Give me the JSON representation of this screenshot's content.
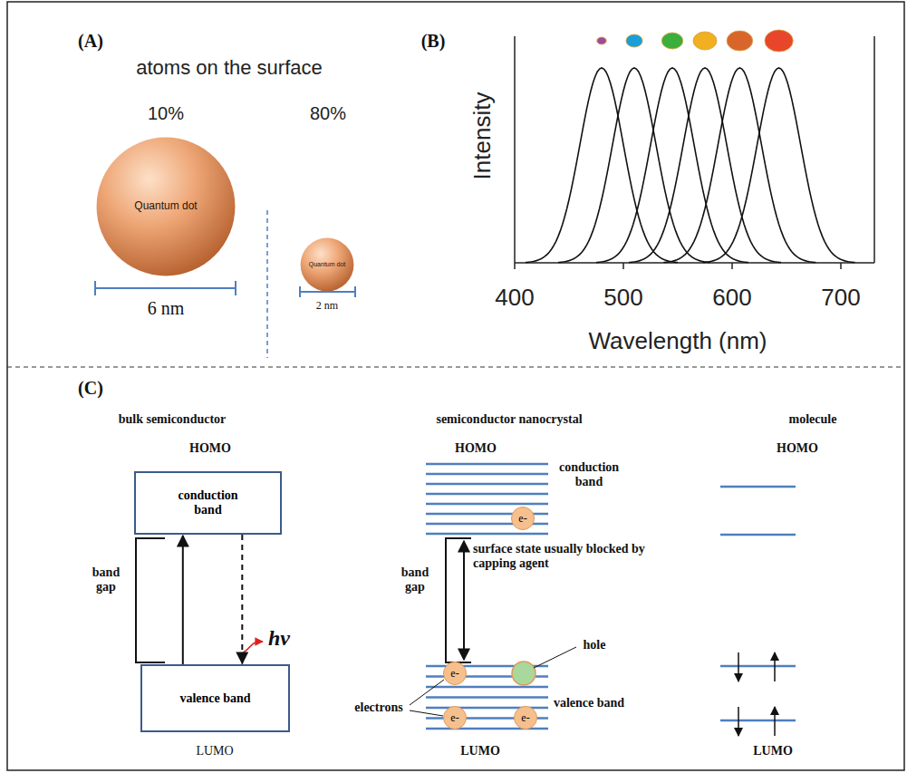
{
  "diagram": {
    "nodes": [
      {
        "text": [
          "Quantum dot"
        ]
      },
      {
        "text": [
          "Quantum dot"
        ]
      },
      {
        "text": [
          "conduction band"
        ]
      },
      {
        "text": [
          "valence band"
        ]
      },
      {
        "text": [
          "e-"
        ]
      },
      {
        "text": [
          "e-"
        ]
      },
      {
        "text": [
          "e-"
        ]
      },
      {
        "text": [
          "e-"
        ]
      }
    ],
    "edges": [
      {
        "from": 3,
        "to": 2,
        "arrow": "to"
      },
      {
        "from": 2,
        "to": 3,
        "arrow": "to"
      }
    ],
    "labels": [
      "(A)",
      "atoms on the surface",
      "10%",
      "80%",
      "6 nm",
      "2 nm",
      "(B)",
      "Intensity",
      "400",
      "500",
      "600",
      "700",
      "Wavelength (nm)",
      "(C)",
      "bulk semiconductor",
      "semiconductor nanocrystal",
      "molecule",
      "HOMO",
      "band gap",
      "hv",
      "LUMO",
      "HOMO",
      "conduction band",
      "band gap",
      "surface state usually blocked by capping agent",
      "hole",
      "electrons",
      "valence band",
      "LUMO",
      "HOMO",
      "LUMO"
    ]
  }
}
